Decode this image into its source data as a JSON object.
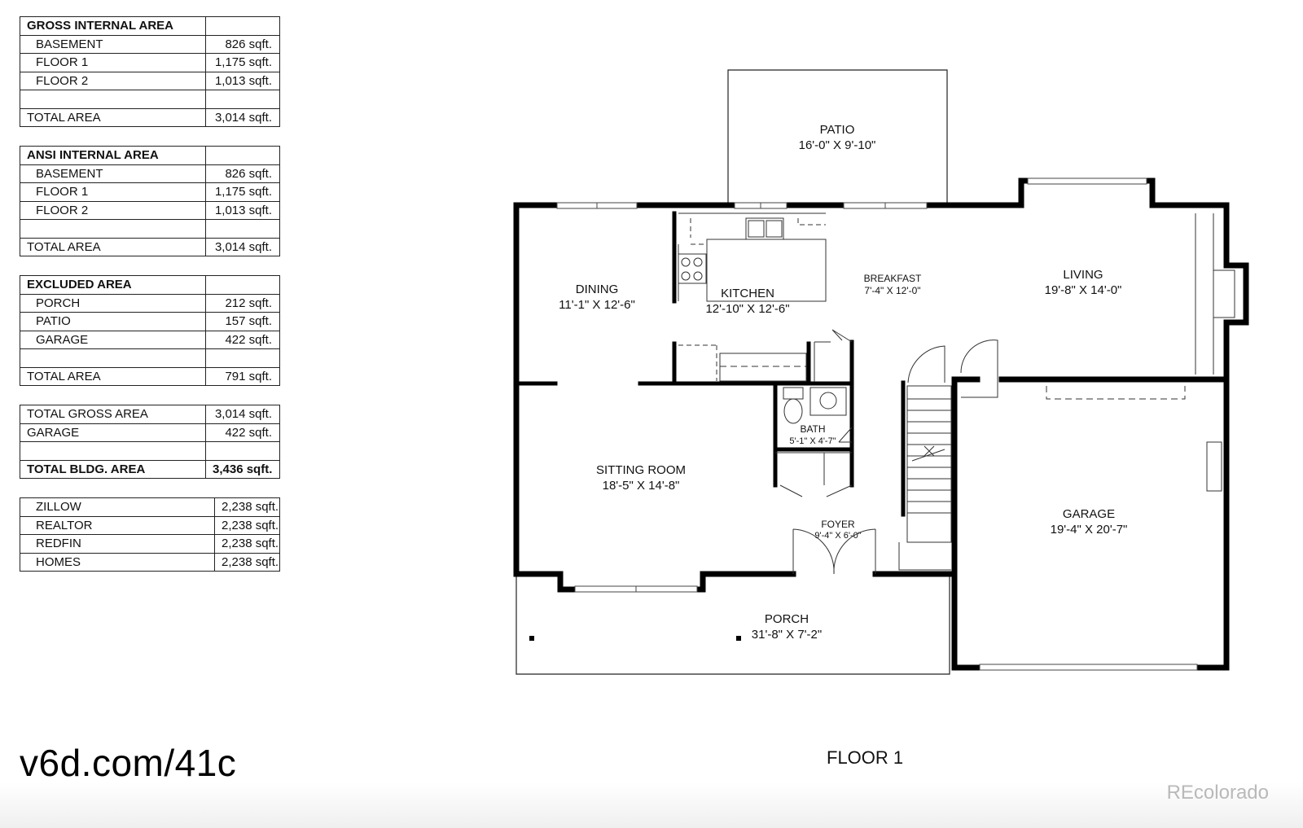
{
  "tables": {
    "gross": {
      "header": "GROSS INTERNAL AREA",
      "rows": [
        {
          "label": "BASEMENT",
          "value": "826 sqft."
        },
        {
          "label": "FLOOR 1",
          "value": "1,175 sqft."
        },
        {
          "label": "FLOOR 2",
          "value": "1,013 sqft."
        }
      ],
      "total_label": "TOTAL AREA",
      "total_value": "3,014 sqft."
    },
    "ansi": {
      "header": "ANSI INTERNAL AREA",
      "rows": [
        {
          "label": "BASEMENT",
          "value": "826 sqft."
        },
        {
          "label": "FLOOR 1",
          "value": "1,175 sqft."
        },
        {
          "label": "FLOOR 2",
          "value": "1,013 sqft."
        }
      ],
      "total_label": "TOTAL AREA",
      "total_value": "3,014 sqft."
    },
    "excluded": {
      "header": "EXCLUDED AREA",
      "rows": [
        {
          "label": "PORCH",
          "value": "212 sqft."
        },
        {
          "label": "PATIO",
          "value": "157 sqft."
        },
        {
          "label": "GARAGE",
          "value": "422 sqft."
        }
      ],
      "total_label": "TOTAL AREA",
      "total_value": "791 sqft."
    },
    "summary": {
      "gross_label": "TOTAL GROSS AREA",
      "gross_value": "3,014 sqft.",
      "garage_label": "GARAGE",
      "garage_value": "422 sqft.",
      "bldg_label": "TOTAL BLDG. AREA",
      "bldg_value": "3,436 sqft."
    },
    "sites": [
      {
        "label": "ZILLOW",
        "value": "2,238 sqft."
      },
      {
        "label": "REALTOR",
        "value": "2,238 sqft."
      },
      {
        "label": "REDFIN",
        "value": "2,238 sqft."
      },
      {
        "label": "HOMES",
        "value": "2,238 sqft."
      }
    ]
  },
  "rooms": {
    "patio": {
      "name": "PATIO",
      "dims": "16'-0\" X 9'-10\""
    },
    "dining": {
      "name": "DINING",
      "dims": "11'-1\" X 12'-6\""
    },
    "kitchen": {
      "name": "KITCHEN",
      "dims": "12'-10\" X 12'-6\""
    },
    "breakfast": {
      "name": "BREAKFAST",
      "dims": "7'-4\" X 12'-0\""
    },
    "living": {
      "name": "LIVING",
      "dims": "19'-8\" X 14'-0\""
    },
    "bath": {
      "name": "BATH",
      "dims": "5'-1\" X 4'-7\""
    },
    "sitting": {
      "name": "SITTING ROOM",
      "dims": "18'-5\" X 14'-8\""
    },
    "foyer": {
      "name": "FOYER",
      "dims": "9'-4\" X 6'-0\""
    },
    "garage": {
      "name": "GARAGE",
      "dims": "19'-4\" X 20'-7\""
    },
    "porch": {
      "name": "PORCH",
      "dims": "31'-8\" X 7'-2\""
    }
  },
  "link_text": "v6d.com/41c",
  "floor_label": "FLOOR 1",
  "watermark": "REcolorado"
}
